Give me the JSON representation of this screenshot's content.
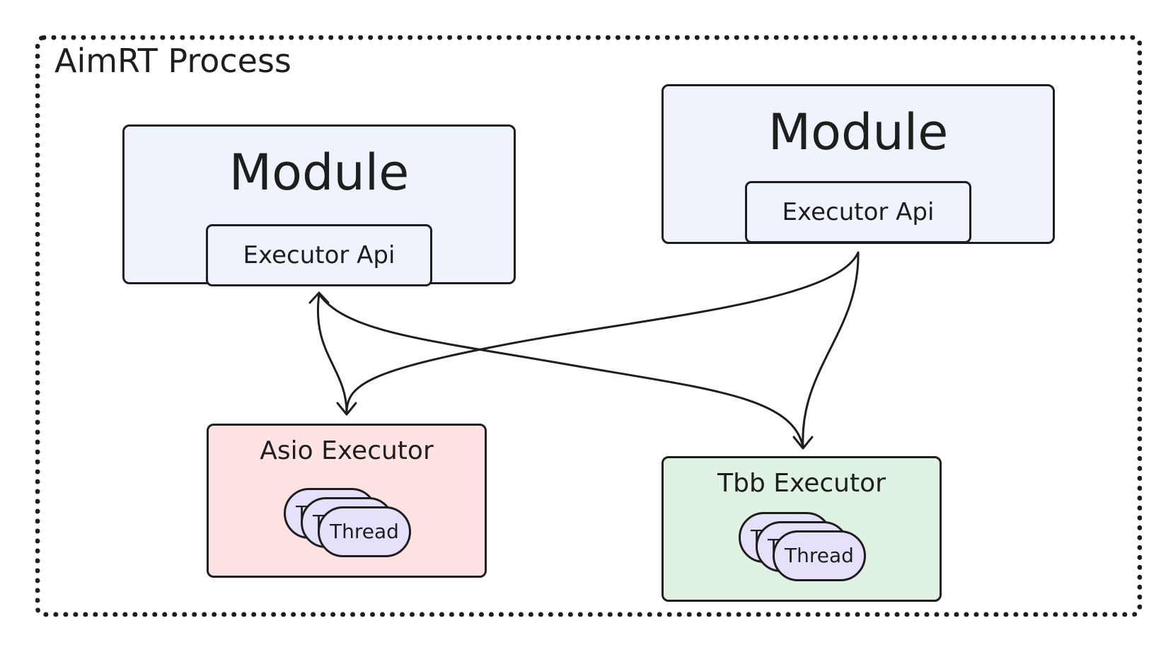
{
  "process": {
    "title": "AimRT Process"
  },
  "modules": [
    {
      "title": "Module",
      "api_label": "Executor Api"
    },
    {
      "title": "Module",
      "api_label": "Executor Api"
    }
  ],
  "executors": {
    "asio": {
      "title": "Asio Executor",
      "thread_label": "Thread",
      "thread_count": 3
    },
    "tbb": {
      "title": "Tbb Executor",
      "thread_label": "Thread",
      "thread_count": 3
    }
  },
  "colors": {
    "module_fill": "#eef3fc",
    "asio_fill": "#ffe3e3",
    "tbb_fill": "#e0f3e3",
    "thread_fill": "#e7e0fb",
    "stroke": "#1e1e1e"
  }
}
